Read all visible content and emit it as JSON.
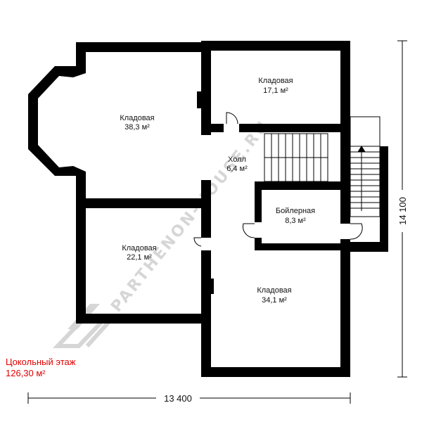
{
  "rooms": [
    {
      "name": "Кладовая",
      "area": "38,3 м²"
    },
    {
      "name": "Кладовая",
      "area": "17,1 м²"
    },
    {
      "name": "Холл",
      "area": "6,4 м²"
    },
    {
      "name": "Бойлерная",
      "area": "8,3 м²"
    },
    {
      "name": "Кладовая",
      "area": "22,1 м²"
    },
    {
      "name": "Кладовая",
      "area": "34,1 м²"
    }
  ],
  "dimensions": {
    "width": "13 400",
    "height": "14 100"
  },
  "floor": {
    "title": "Цокольный этаж",
    "area": "126,30 м²"
  },
  "watermark": {
    "text": "PARTHENON-HOUSE.RU"
  },
  "colors": {
    "walls": "#000000",
    "label_red": "#e00000",
    "watermark": "#cfcfcf"
  }
}
